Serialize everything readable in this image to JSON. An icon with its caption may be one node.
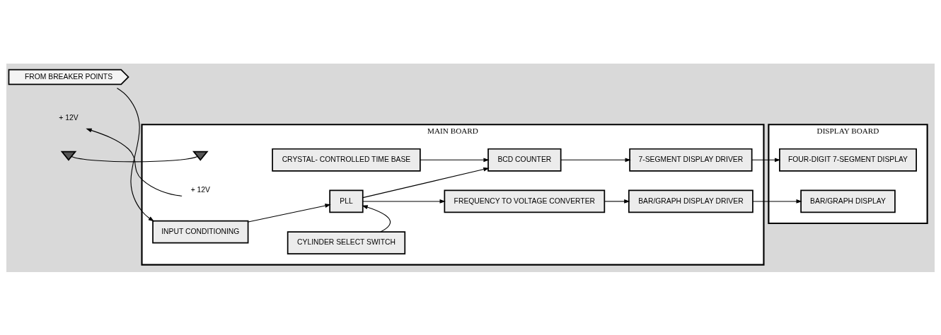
{
  "diagram": {
    "nodes": [
      {
        "text": [
          "MAIN BOARD"
        ]
      },
      {
        "text": [
          "INPUT CONDITIONING"
        ],
        "in": 0
      },
      {
        "text": [
          "PLL"
        ],
        "in": 0
      },
      {
        "text": [
          "FREQUENCY TO VOLTAGE CONVERTER"
        ],
        "in": 0
      },
      {
        "text": [
          "BAR/GRAPH DISPLAY DRIVER"
        ],
        "in": 0
      },
      {
        "text": [
          "CYLINDER SELECT SWITCH"
        ],
        "in": 0
      },
      {
        "text": [
          "CRYSTAL- CONTROLLED TIME BASE"
        ],
        "in": 0
      },
      {
        "text": [
          "BCD COUNTER"
        ],
        "in": 0
      },
      {
        "text": [
          "7-SEGMENT DISPLAY DRIVER"
        ],
        "in": 0
      },
      {
        "text": [
          "DISPLAY BOARD"
        ]
      },
      {
        "text": [
          "BAR/GRAPH DISPLAY"
        ],
        "in": 9
      },
      {
        "text": [
          "FOUR-DIGIT 7-SEGMENT DISPLAY"
        ],
        "in": 9
      },
      {
        "text": [
          "FROM BREAKER POINTS"
        ]
      },
      {
        "text": [
          "+ 12V"
        ]
      },
      {
        "text": [
          "+ 12V"
        ],
        "in": 0
      },
      {
        "text": [],
        "shape": "picture"
      },
      {
        "text": [],
        "shape": "picture",
        "in": 0
      }
    ],
    "edges": [
      {
        "from": 12,
        "to": 1,
        "arrow": "to"
      },
      {
        "from": 1,
        "to": 2,
        "arrow": "to"
      },
      {
        "from": 2,
        "to": 3,
        "arrow": "to"
      },
      {
        "from": 3,
        "to": 4,
        "arrow": "to"
      },
      {
        "from": 4,
        "to": 10,
        "arrow": "to"
      },
      {
        "from": 5,
        "to": 2,
        "arrow": "to"
      },
      {
        "from": 2,
        "to": 7,
        "arrow": "to"
      },
      {
        "from": 6,
        "to": 7,
        "arrow": "to"
      },
      {
        "from": 7,
        "to": 8,
        "arrow": "to"
      },
      {
        "from": 8,
        "to": 11,
        "arrow": "to"
      },
      {
        "from": 14,
        "to": 13,
        "arrow": "to"
      },
      {
        "from": 15,
        "to": 16,
        "arrow": "none"
      }
    ]
  }
}
